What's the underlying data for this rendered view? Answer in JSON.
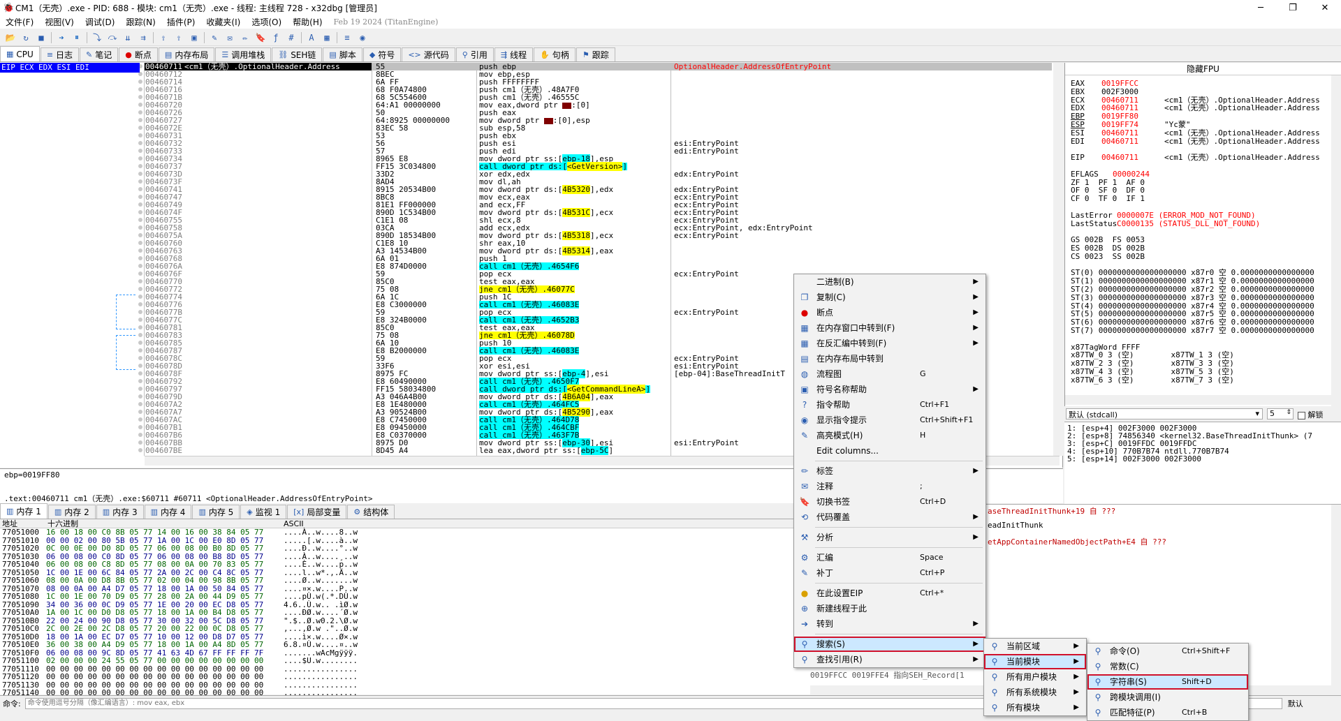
{
  "window": {
    "title": "CM1（无壳）.exe - PID: 688 - 模块: cm1（无壳）.exe - 线程: 主线程 728 - x32dbg [管理员]",
    "minimize": "─",
    "maximize": "❐",
    "close": "✕"
  },
  "menubar": {
    "items": [
      "文件(F)",
      "视图(V)",
      "调试(D)",
      "跟踪(N)",
      "插件(P)",
      "收藏夹(I)",
      "选项(O)",
      "帮助(H)"
    ],
    "date": "Feb 19 2024 (TitanEngine)"
  },
  "toolbar_icons": [
    "open-icon",
    "restart-icon",
    "close-icon",
    "run-icon",
    "pause-icon",
    "step-into-icon",
    "step-over-icon",
    "trace-into-icon",
    "trace-over-icon",
    "execute-till-return-icon",
    "run-to-user-icon",
    "hide-icon",
    "patch-icon",
    "comment-icon",
    "label-icon",
    "bookmark-icon",
    "function-icon",
    "hash-icon",
    "font-icon",
    "calculator-icon",
    "log-icon",
    "about-icon"
  ],
  "main_tabs": [
    {
      "icon": "cpu-icon",
      "label": "CPU",
      "active": true
    },
    {
      "icon": "log-icon",
      "label": "日志"
    },
    {
      "icon": "notes-icon",
      "label": "笔记"
    },
    {
      "icon": "breakpoint-icon",
      "label": "断点"
    },
    {
      "icon": "memory-map-icon",
      "label": "内存布局"
    },
    {
      "icon": "callstack-icon",
      "label": "调用堆栈"
    },
    {
      "icon": "seh-icon",
      "label": "SEH链"
    },
    {
      "icon": "script-icon",
      "label": "脚本"
    },
    {
      "icon": "symbol-icon",
      "label": "符号"
    },
    {
      "icon": "source-icon",
      "label": "源代码"
    },
    {
      "icon": "references-icon",
      "label": "引用"
    },
    {
      "icon": "threads-icon",
      "label": "线程"
    },
    {
      "icon": "handles-icon",
      "label": "句柄"
    },
    {
      "icon": "trace-icon",
      "label": "跟踪"
    }
  ],
  "disasm": {
    "reg_labels": "EIP ECX EDX ESI EDI",
    "rows": [
      {
        "addr": "00460711",
        "bytes": "55",
        "ins": "push ebp",
        "cmt": "OptionalHeader.AddressOfEntryPoint",
        "label": "<cm1（无壳）.OptionalHeader.Address"
      },
      {
        "addr": "00460712",
        "bytes": "8BEC",
        "ins": "mov ebp,esp",
        "cmt": ""
      },
      {
        "addr": "00460714",
        "bytes": "6A FF",
        "ins": "push FFFFFFFF",
        "cmt": ""
      },
      {
        "addr": "00460716",
        "bytes": "68 F0A74800",
        "ins": "push cm1（无壳）.48A7F0",
        "cmt": ""
      },
      {
        "addr": "0046071B",
        "bytes": "68 5C554600",
        "ins": "push cm1（无壳）.46555C",
        "cmt": ""
      },
      {
        "addr": "00460720",
        "bytes": "64:A1 00000000",
        "ins": "mov eax,dword ptr ",
        "ins2": ":[0]",
        "red": true,
        "cmt": ""
      },
      {
        "addr": "00460726",
        "bytes": "50",
        "ins": "push eax",
        "cmt": ""
      },
      {
        "addr": "00460727",
        "bytes": "64:8925 00000000",
        "ins": "mov dword ptr ",
        "ins2": ":[0],esp",
        "red": true,
        "cmt": ""
      },
      {
        "addr": "0046072E",
        "bytes": "83EC 58",
        "ins": "sub esp,58",
        "cmt": ""
      },
      {
        "addr": "00460731",
        "bytes": "53",
        "ins": "push ebx",
        "cmt": ""
      },
      {
        "addr": "00460732",
        "bytes": "56",
        "ins": "push esi",
        "cmt": "esi:EntryPoint"
      },
      {
        "addr": "00460733",
        "bytes": "57",
        "ins": "push edi",
        "cmt": "edi:EntryPoint"
      },
      {
        "addr": "00460734",
        "bytes": "8965 E8",
        "ins": "mov dword ptr ss:[ebp-18],esp",
        "cmt": ""
      },
      {
        "addr": "00460737",
        "bytes": "FF15 3C034800",
        "ins": "call dword ptr ds:[<GetVersion>]",
        "call": true,
        "cmt": ""
      },
      {
        "addr": "0046073D",
        "bytes": "33D2",
        "ins": "xor edx,edx",
        "cmt": "edx:EntryPoint"
      },
      {
        "addr": "0046073F",
        "bytes": "8AD4",
        "ins": "mov dl,ah",
        "cmt": ""
      },
      {
        "addr": "00460741",
        "bytes": "8915 20534B00",
        "ins": "mov dword ptr ds:[4B5320],edx",
        "cmt": "edx:EntryPoint"
      },
      {
        "addr": "00460747",
        "bytes": "8BC8",
        "ins": "mov ecx,eax",
        "cmt": "ecx:EntryPoint"
      },
      {
        "addr": "00460749",
        "bytes": "81E1 FF000000",
        "ins": "and ecx,FF",
        "cmt": "ecx:EntryPoint"
      },
      {
        "addr": "0046074F",
        "bytes": "890D 1C534B00",
        "ins": "mov dword ptr ds:[4B531C],ecx",
        "cmt": "ecx:EntryPoint"
      },
      {
        "addr": "00460755",
        "bytes": "C1E1 08",
        "ins": "shl ecx,8",
        "cmt": "ecx:EntryPoint"
      },
      {
        "addr": "00460758",
        "bytes": "03CA",
        "ins": "add ecx,edx",
        "cmt": "ecx:EntryPoint, edx:EntryPoint"
      },
      {
        "addr": "0046075A",
        "bytes": "890D 18534B00",
        "ins": "mov dword ptr ds:[4B5318],ecx",
        "cmt": "ecx:EntryPoint"
      },
      {
        "addr": "00460760",
        "bytes": "C1E8 10",
        "ins": "shr eax,10",
        "cmt": ""
      },
      {
        "addr": "00460763",
        "bytes": "A3 14534B00",
        "ins": "mov dword ptr ds:[4B5314],eax",
        "cmt": ""
      },
      {
        "addr": "00460768",
        "bytes": "6A 01",
        "ins": "push 1",
        "cmt": ""
      },
      {
        "addr": "0046076A",
        "bytes": "E8 874D0000",
        "ins": "call cm1（无壳）.4654F6",
        "call": true,
        "cmt": ""
      },
      {
        "addr": "0046076F",
        "bytes": "59",
        "ins": "pop ecx",
        "cmt": "ecx:EntryPoint"
      },
      {
        "addr": "00460770",
        "bytes": "85C0",
        "ins": "test eax,eax",
        "cmt": ""
      },
      {
        "addr": "00460772",
        "bytes": "75 08",
        "ins": "jne cm1（无壳）.46077C",
        "jcc": true,
        "cmt": ""
      },
      {
        "addr": "00460774",
        "bytes": "6A 1C",
        "ins": "push 1C",
        "cmt": ""
      },
      {
        "addr": "00460776",
        "bytes": "E8 C3000000",
        "ins": "call cm1（无壳）.46083E",
        "call": true,
        "cmt": ""
      },
      {
        "addr": "0046077B",
        "bytes": "59",
        "ins": "pop ecx",
        "cmt": "ecx:EntryPoint"
      },
      {
        "addr": "0046077C",
        "bytes": "E8 324B0000",
        "ins": "call cm1（无壳）.4652B3",
        "call": true,
        "cmt": ""
      },
      {
        "addr": "00460781",
        "bytes": "85C0",
        "ins": "test eax,eax",
        "cmt": ""
      },
      {
        "addr": "00460783",
        "bytes": "75 08",
        "ins": "jne cm1（无壳）.46078D",
        "jcc": true,
        "cmt": ""
      },
      {
        "addr": "00460785",
        "bytes": "6A 10",
        "ins": "push 10",
        "cmt": ""
      },
      {
        "addr": "00460787",
        "bytes": "E8 B2000000",
        "ins": "call cm1（无壳）.46083E",
        "call": true,
        "cmt": ""
      },
      {
        "addr": "0046078C",
        "bytes": "59",
        "ins": "pop ecx",
        "cmt": "ecx:EntryPoint"
      },
      {
        "addr": "0046078D",
        "bytes": "33F6",
        "ins": "xor esi,esi",
        "cmt": "esi:EntryPoint"
      },
      {
        "addr": "0046078F",
        "bytes": "8975 FC",
        "ins": "mov dword ptr ss:[ebp-4],esi",
        "cmt": "[ebp-04]:BaseThreadInitT"
      },
      {
        "addr": "00460792",
        "bytes": "E8 60490000",
        "ins": "call cm1（无壳）.4650F7",
        "call": true,
        "cmt": ""
      },
      {
        "addr": "00460797",
        "bytes": "FF15 58034800",
        "ins": "call dword ptr ds:[<GetCommandLineA>]",
        "call": true,
        "cmt": ""
      },
      {
        "addr": "0046079D",
        "bytes": "A3 046A4B00",
        "ins": "mov dword ptr ds:[4B6A04],eax",
        "cmt": ""
      },
      {
        "addr": "004607A2",
        "bytes": "E8 1E480000",
        "ins": "call cm1（无壳）.464FC5",
        "call": true,
        "cmt": ""
      },
      {
        "addr": "004607A7",
        "bytes": "A3 90524B00",
        "ins": "mov dword ptr ds:[4B5290],eax",
        "cmt": ""
      },
      {
        "addr": "004607AC",
        "bytes": "E8 C7450000",
        "ins": "call cm1（无壳）.464D78",
        "call": true,
        "cmt": ""
      },
      {
        "addr": "004607B1",
        "bytes": "E8 09450000",
        "ins": "call cm1（无壳）.464CBF",
        "call": true,
        "cmt": ""
      },
      {
        "addr": "004607B6",
        "bytes": "E8 C0370000",
        "ins": "call cm1（无壳）.463F7B",
        "call": true,
        "cmt": ""
      },
      {
        "addr": "004607BB",
        "bytes": "8975 D0",
        "ins": "mov dword ptr ss:[ebp-30],esi",
        "cmt": "esi:EntryPoint"
      },
      {
        "addr": "004607BE",
        "bytes": "8D45 A4",
        "ins": "lea eax,dword ptr ss:[ebp-5C]",
        "cmt": ""
      }
    ]
  },
  "info": {
    "line1": "ebp=0019FF80",
    "line2": ".text:00460711 cm1（无壳）.exe:$60711 #60711 <OptionalHeader.AddressOfEntryPoint>"
  },
  "registers": {
    "title": "隐藏FPU",
    "gp": [
      {
        "n": "EAX",
        "v": "0019FFCC",
        "c": "red",
        "d": ""
      },
      {
        "n": "EBX",
        "v": "002F3000",
        "c": "blk",
        "d": ""
      },
      {
        "n": "ECX",
        "v": "00460711",
        "c": "red",
        "d": "<cm1（无壳）.OptionalHeader.Address"
      },
      {
        "n": "EDX",
        "v": "00460711",
        "c": "red",
        "d": "<cm1（无壳）.OptionalHeader.Address"
      },
      {
        "n": "EBP",
        "v": "0019FF80",
        "c": "red",
        "d": ""
      },
      {
        "n": "ESP",
        "v": "0019FF74",
        "c": "red",
        "d": "\"Yc蒙\""
      },
      {
        "n": "ESI",
        "v": "00460711",
        "c": "red",
        "d": "<cm1（无壳）.OptionalHeader.Address"
      },
      {
        "n": "EDI",
        "v": "00460711",
        "c": "red",
        "d": "<cm1（无壳）.OptionalHeader.Address"
      }
    ],
    "eip": {
      "n": "EIP",
      "v": "00460711",
      "d": "<cm1（无壳）.OptionalHeader.Address"
    },
    "eflags": {
      "n": "EFLAGS",
      "v": "00000244"
    },
    "flags": [
      "ZF 1  PF 1  AF 0",
      "OF 0  SF 0  DF 0",
      "CF 0  TF 0  IF 1"
    ],
    "last_error": {
      "n": "LastError",
      "v": "0000007E (ERROR_MOD_NOT_FOUND)"
    },
    "last_status": {
      "n": "LastStatus",
      "v": "C0000135 (STATUS_DLL_NOT_FOUND)"
    },
    "seg": [
      "GS 002B  FS 0053",
      "ES 002B  DS 002B",
      "CS 0023  SS 002B"
    ],
    "fpu": [
      "ST(0) 0000000000000000000 x87r0 空 0.0000000000000000",
      "ST(1) 0000000000000000000 x87r1 空 0.0000000000000000",
      "ST(2) 0000000000000000000 x87r2 空 0.0000000000000000",
      "ST(3) 0000000000000000000 x87r3 空 0.0000000000000000",
      "ST(4) 0000000000000000000 x87r4 空 0.0000000000000000",
      "ST(5) 0000000000000000000 x87r5 空 0.0000000000000000",
      "ST(6) 0000000000000000000 x87r6 空 0.0000000000000000",
      "ST(7) 0000000000000000000 x87r7 空 0.0000000000000000"
    ],
    "tagword": [
      "x87TagWord FFFF",
      "x87TW_0 3 (空)        x87TW_1 3 (空)",
      "x87TW_2 3 (空)        x87TW_3 3 (空)",
      "x87TW_4 3 (空)        x87TW_5 3 (空)",
      "x87TW_6 3 (空)        x87TW_7 3 (空)"
    ]
  },
  "stack_ctl": {
    "callconv": "默认 (stdcall)",
    "count": "5",
    "unlock": "解锁"
  },
  "stack_args": [
    "1: [esp+4] 002F3000 002F3000",
    "2: [esp+8] 74856340 <kernel32.BaseThreadInitThunk> (7",
    "3: [esp+C] 0019FFDC 0019FFDC",
    "4: [esp+10] 770B7B74 ntdll.770B7B74",
    "5: [esp+14] 002F3000 002F3000"
  ],
  "stack_dump": {
    "line1": "aseThreadInitThunk+19 自 ???",
    "line2": "eadInitThunk",
    "line3": "etAppContainerNamedObjectPath+E4 自 ???",
    "bottom1": "0019FFCC 0019FFE4 指向SEH_Record[1"
  },
  "dump_tabs": [
    {
      "icon": "memory-icon",
      "label": "内存 1",
      "active": true
    },
    {
      "icon": "memory-icon",
      "label": "内存 2"
    },
    {
      "icon": "memory-icon",
      "label": "内存 3"
    },
    {
      "icon": "memory-icon",
      "label": "内存 4"
    },
    {
      "icon": "memory-icon",
      "label": "内存 5"
    },
    {
      "icon": "watch-icon",
      "label": "监视 1"
    },
    {
      "icon": "locals-icon",
      "label": "局部变量"
    },
    {
      "icon": "struct-icon",
      "label": "结构体"
    }
  ],
  "dump": {
    "head_addr": "地址",
    "head_hex": "十六进制",
    "head_ascii": "ASCII",
    "rows": [
      {
        "a": "77051000",
        "h": "16 00 18 00 C0 8B 05 77 14 00 16 00 38 84 05 77",
        "s": "....À..w....8..w"
      },
      {
        "a": "77051010",
        "h": "00 00 02 00 80 5B 05 77 1A 00 1C 00 E0 8D 05 77",
        "s": ".....[.w....à..w"
      },
      {
        "a": "77051020",
        "h": "0C 00 0E 00 D0 8D 05 77 06 00 08 00 B0 8D 05 77",
        "s": "....Ð..w....°..w"
      },
      {
        "a": "77051030",
        "h": "06 00 08 00 C0 8D 05 77 06 00 08 00 B8 8D 05 77",
        "s": "....À..w....¸..w"
      },
      {
        "a": "77051040",
        "h": "06 00 08 00 C8 8D 05 77 08 00 0A 00 70 83 05 77",
        "s": "....È..w....p..w"
      },
      {
        "a": "77051050",
        "h": "1C 00 1E 00 6C 84 05 77 2A 00 2C 00 C4 8C 05 77",
        "s": "....l..w*.,.Ä..w"
      },
      {
        "a": "77051060",
        "h": "08 00 0A 00 D8 8B 05 77 02 00 04 00 98 8B 05 77",
        "s": "....Ø..w.......w"
      },
      {
        "a": "77051070",
        "h": "08 00 0A 00 A4 D7 05 77 18 00 1A 00 50 84 05 77",
        "s": "....¤×.w....P..w"
      },
      {
        "a": "77051080",
        "h": "1C 00 1E 00 70 D9 05 77 28 00 2A 00 44 D9 05 77",
        "s": "....pÙ.w(.*.DÙ.w"
      },
      {
        "a": "77051090",
        "h": "34 00 36 00 0C D9 05 77 1E 00 20 00 EC D8 05 77",
        "s": "4.6..Ù.w.. .ìØ.w"
      },
      {
        "a": "770510A0",
        "h": "1A 00 1C 00 D0 D8 05 77 18 00 1A 00 B4 D8 05 77",
        "s": "....ÐØ.w....´Ø.w"
      },
      {
        "a": "770510B0",
        "h": "22 00 24 00 90 D8 05 77 30 00 32 00 5C D8 05 77",
        "s": "\".$..Ø.w0.2.\\Ø.w"
      },
      {
        "a": "770510C0",
        "h": "2C 00 2E 00 2C D8 05 77 20 00 22 00 0C D8 05 77",
        "s": ",...,Ø.w .\"..Ø.w"
      },
      {
        "a": "770510D0",
        "h": "18 00 1A 00 EC D7 05 77 10 00 12 00 D8 D7 05 77",
        "s": "....ì×.w....Ø×.w"
      },
      {
        "a": "770510E0",
        "h": "36 00 38 00 A4 D9 05 77 18 00 1A 00 A4 8D 05 77",
        "s": "6.8.¤Ù.w....¤..w"
      },
      {
        "a": "770510F0",
        "h": "06 00 08 00 9C 8D 05 77 41 63 4D 67 FF FF FF 7F",
        "s": ".......wAcMgÿÿÿ."
      },
      {
        "a": "77051100",
        "h": "02 00 00 00 24 55 05 77 00 00 00 00 00 00 00 00",
        "s": "....$U.w........"
      },
      {
        "a": "77051110",
        "h": "00 00 00 00 00 00 00 00 00 00 00 00 00 00 00 00",
        "s": "................"
      },
      {
        "a": "77051120",
        "h": "00 00 00 00 00 00 00 00 00 00 00 00 00 00 00 00",
        "s": "................"
      },
      {
        "a": "77051130",
        "h": "00 00 00 00 00 00 00 00 00 00 00 00 00 00 00 00",
        "s": "................"
      },
      {
        "a": "77051140",
        "h": "00 00 00 00 00 00 00 00 00 00 00 00 00 00 00 00",
        "s": "................"
      }
    ]
  },
  "command": {
    "label": "命令:",
    "placeholder": "命令使用逗号分隔（像汇编语言）: mov eax, ebx",
    "right": "默认"
  },
  "menu_main": [
    {
      "icon": "binary-icon",
      "label": "二进制(B)",
      "sc": "",
      "sub": true
    },
    {
      "icon": "copy-icon",
      "label": "复制(C)",
      "sc": "",
      "sub": true
    },
    {
      "icon": "breakpoint-dot-icon",
      "label": "断点",
      "sc": "",
      "sub": true
    },
    {
      "icon": "dump-follow-icon",
      "label": "在内存窗口中转到(F)",
      "sc": "",
      "sub": true
    },
    {
      "icon": "disasm-follow-icon",
      "label": "在反汇编中转到(F)",
      "sc": "",
      "sub": true
    },
    {
      "icon": "memory-map-follow-icon",
      "label": "在内存布局中转到",
      "sc": "",
      "sub": false
    },
    {
      "icon": "graph-icon",
      "label": "流程图",
      "sc": "G",
      "sub": false
    },
    {
      "icon": "symbol-help-icon",
      "label": "符号名称帮助",
      "sc": "",
      "sub": true
    },
    {
      "icon": "help-icon",
      "label": "指令帮助",
      "sc": "Ctrl+F1",
      "sub": false
    },
    {
      "icon": "hint-icon",
      "label": "显示指令提示",
      "sc": "Ctrl+Shift+F1",
      "sub": false
    },
    {
      "icon": "highlight-icon",
      "label": "高亮模式(H)",
      "sc": "H",
      "sub": false
    },
    {
      "icon": "",
      "label": "Edit columns...",
      "sc": "",
      "sub": false
    },
    {
      "sep": true
    },
    {
      "icon": "label-icon",
      "label": "标签",
      "sc": "",
      "sub": true
    },
    {
      "icon": "comment-icon",
      "label": "注释",
      "sc": ";",
      "sub": false
    },
    {
      "icon": "bookmark-icon",
      "label": "切换书签",
      "sc": "Ctrl+D",
      "sub": false
    },
    {
      "icon": "coverage-icon",
      "label": "代码覆盖",
      "sc": "",
      "sub": true
    },
    {
      "sep": true
    },
    {
      "icon": "analysis-icon",
      "label": "分析",
      "sc": "",
      "sub": true
    },
    {
      "sep": true
    },
    {
      "icon": "assemble-icon",
      "label": "汇编",
      "sc": "Space",
      "sub": false
    },
    {
      "icon": "patch-icon",
      "label": "补丁",
      "sc": "Ctrl+P",
      "sub": false
    },
    {
      "sep": true
    },
    {
      "icon": "set-eip-icon",
      "label": "在此设置EIP",
      "sc": "Ctrl+*",
      "sub": false
    },
    {
      "icon": "new-thread-icon",
      "label": "新建线程于此",
      "sc": "",
      "sub": false
    },
    {
      "icon": "goto-icon",
      "label": "转到",
      "sc": "",
      "sub": true
    },
    {
      "sep": true
    },
    {
      "icon": "search-icon",
      "label": "搜索(S)",
      "sc": "",
      "sub": true,
      "hover": true,
      "boxed": true
    },
    {
      "icon": "find-refs-icon",
      "label": "查找引用(R)",
      "sc": "",
      "sub": true
    }
  ],
  "menu_search": [
    {
      "icon": "region-icon",
      "label": "当前区域",
      "sub": true
    },
    {
      "icon": "module-icon",
      "label": "当前模块",
      "sub": true,
      "hover": true,
      "boxed": true
    },
    {
      "icon": "user-modules-icon",
      "label": "所有用户模块",
      "sub": true
    },
    {
      "icon": "system-modules-icon",
      "label": "所有系统模块",
      "sub": true
    },
    {
      "icon": "all-modules-icon",
      "label": "所有模块",
      "sub": true
    }
  ],
  "menu_module": [
    {
      "icon": "command-icon",
      "label": "命令(O)",
      "sc": "Ctrl+Shift+F"
    },
    {
      "icon": "constant-icon",
      "label": "常数(C)",
      "sc": ""
    },
    {
      "icon": "string-icon",
      "label": "字符串(S)",
      "sc": "Shift+D",
      "hover": true,
      "boxed": true
    },
    {
      "icon": "intermodular-icon",
      "label": "跨模块调用(I)",
      "sc": ""
    },
    {
      "icon": "pattern-icon",
      "label": "匹配特征(P)",
      "sc": "Ctrl+B"
    }
  ]
}
